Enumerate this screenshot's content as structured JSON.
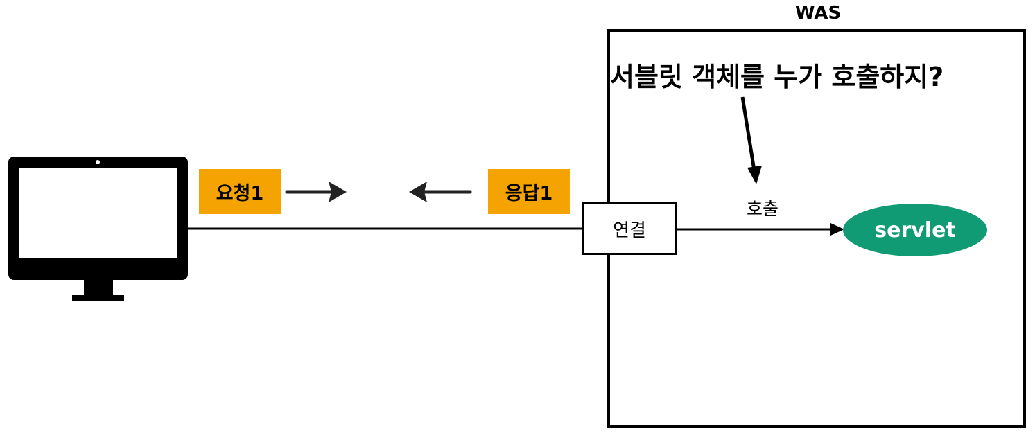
{
  "was": {
    "title": "WAS"
  },
  "question": "서블릿 객체를 누가 호출하지?",
  "request": {
    "label": "요청1"
  },
  "response": {
    "label": "응답1"
  },
  "connection": {
    "label": "연결"
  },
  "call": {
    "label": "호출"
  },
  "servlet": {
    "label": "servlet"
  },
  "colors": {
    "tag": "#f5a300",
    "servlet": "#119b75",
    "line": "#000000"
  }
}
